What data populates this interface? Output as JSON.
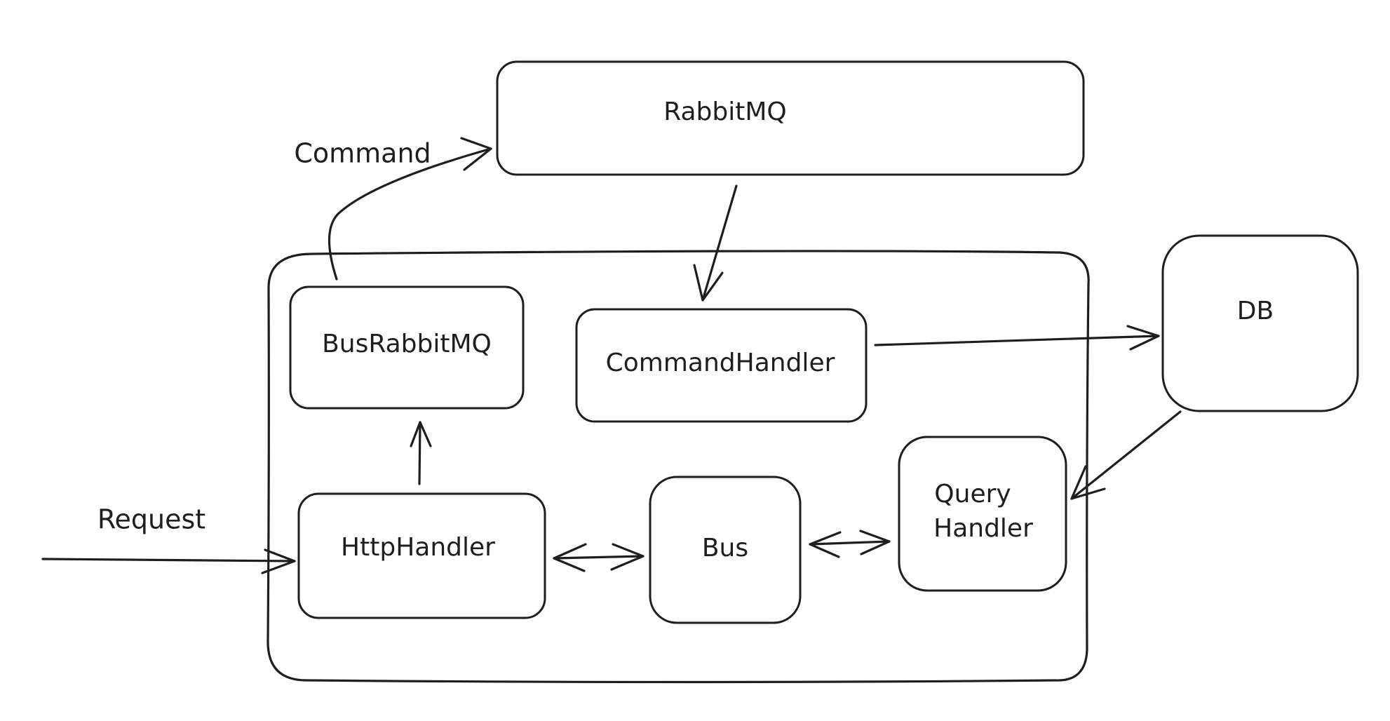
{
  "nodes": {
    "rabbitmq": "RabbitMQ",
    "bus_rabbitmq": "BusRabbitMQ",
    "command_handler": "CommandHandler",
    "db": "DB",
    "http_handler": "HttpHandler",
    "bus": "Bus",
    "query_handler_line1": "Query",
    "query_handler_line2": "Handler"
  },
  "edges": {
    "command": "Command",
    "request": "Request"
  },
  "colors": {
    "stroke": "#1e1e1e",
    "background": "#ffffff"
  }
}
